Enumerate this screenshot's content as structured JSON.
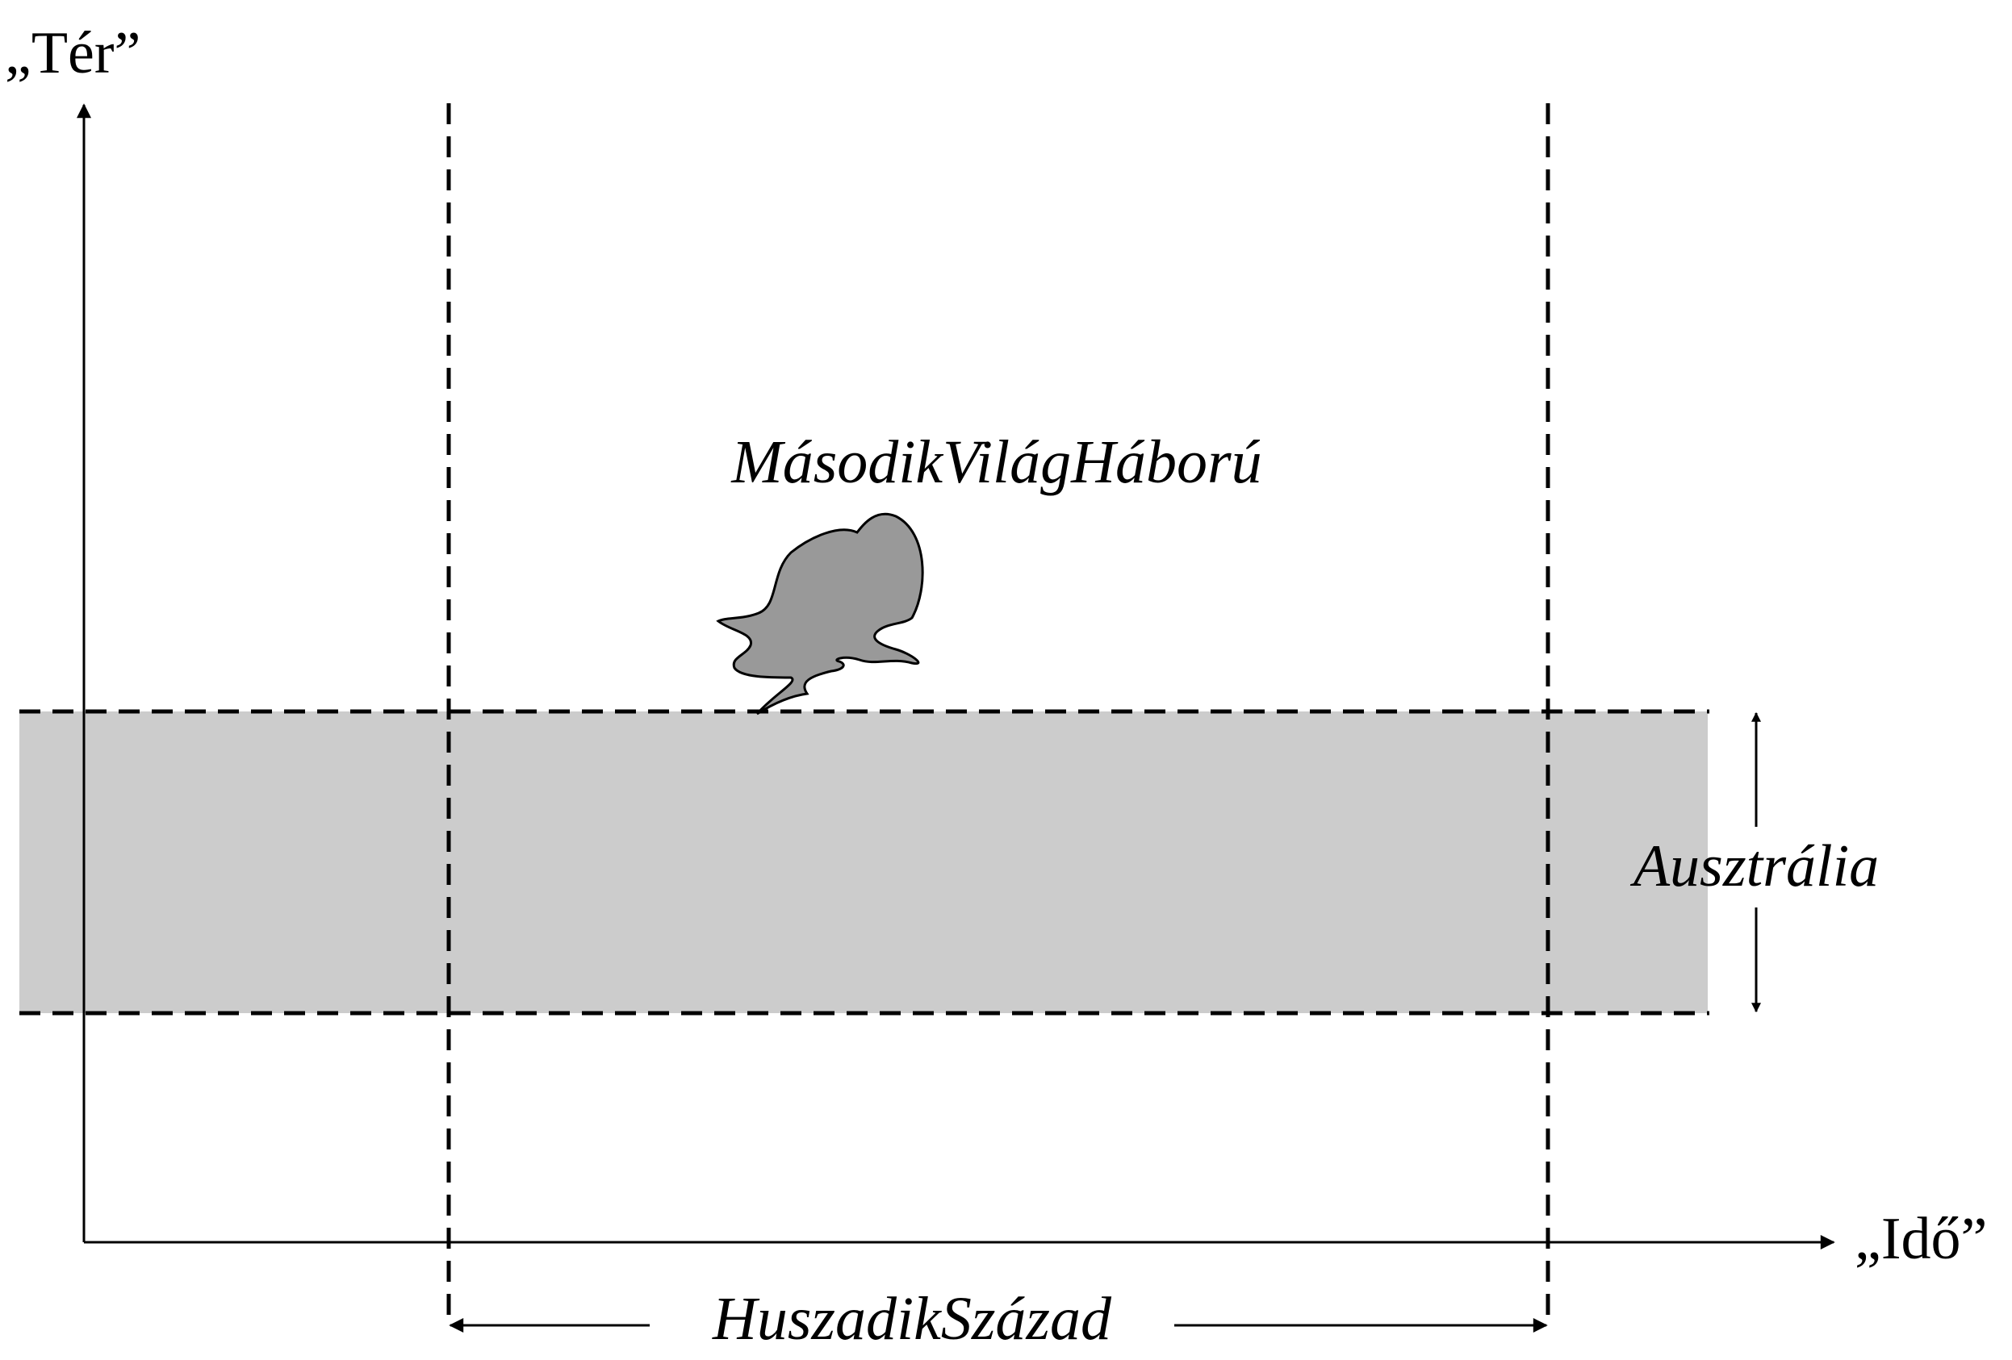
{
  "axes": {
    "y_label": "„Tér”",
    "x_label": "„Idő”"
  },
  "regions": {
    "space_band_label": "Ausztrália",
    "time_band_label": "HuszadikSzázad",
    "event_label": "MásodikVilágHáború"
  },
  "colors": {
    "band_fill": "#cccccc",
    "event_fill": "#999999",
    "line": "#000000"
  }
}
